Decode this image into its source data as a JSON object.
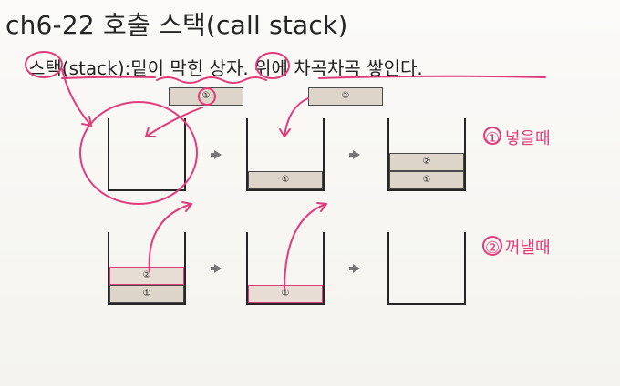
{
  "title": "ch6-22 호출 스택(call stack)",
  "subtitle": "스택(stack):밑이 막힌 상자. 위에 차곡차곡 쌓인다.",
  "labels": {
    "one": "①",
    "two": "②"
  },
  "notes": {
    "push": "① 넣을때",
    "pop": "② 꺼낼때"
  },
  "colors": {
    "annotation": "#e03c79",
    "cell_fill": "#ddd4ca",
    "outline": "#252525"
  }
}
